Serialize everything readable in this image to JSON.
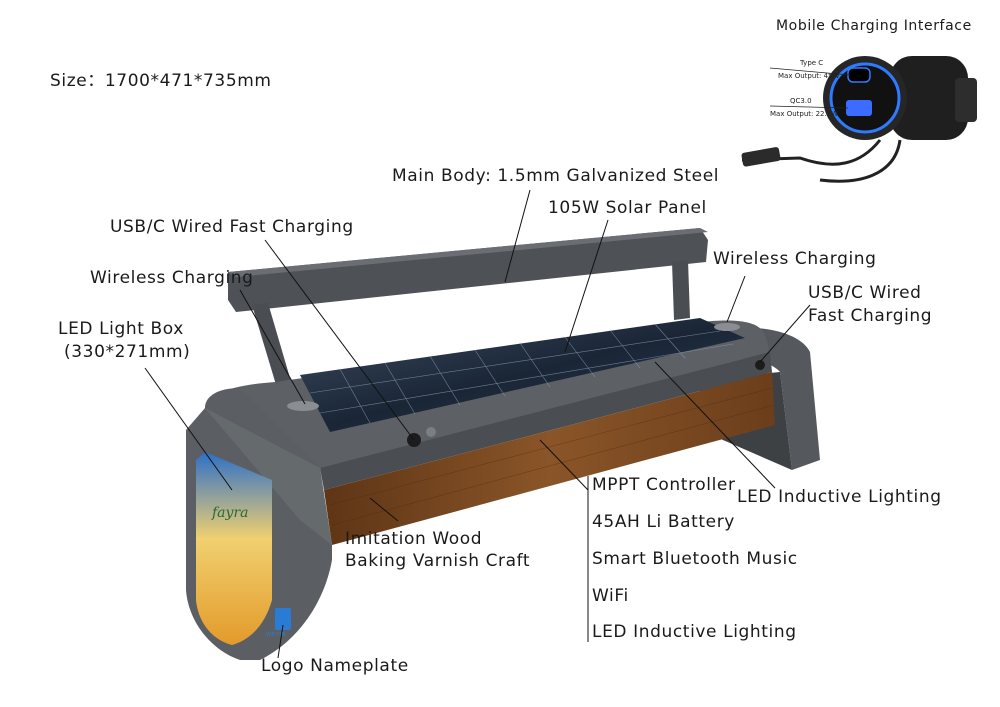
{
  "size_label": "Size：1700*471*735mm",
  "labels": {
    "main_body": "Main Body: 1.5mm Galvanized Steel",
    "solar_panel": "105W Solar Panel",
    "usb_left": "USB/C Wired Fast Charging",
    "wireless_left": "Wireless Charging",
    "led_box_line1": "LED Light Box",
    "led_box_line2": "(330*271mm)",
    "wireless_right": "Wireless Charging",
    "usb_right_line1": "USB/C Wired",
    "usb_right_line2": "Fast Charging",
    "led_inductive_right": "LED Inductive Lighting",
    "wood_line1": "Imitation Wood",
    "wood_line2": "Baking Varnish Craft",
    "logo_nameplate": "Logo Nameplate"
  },
  "feature_list": [
    "MPPT Controller",
    "45AH Li Battery",
    "Smart Bluetooth Music",
    "WiFi",
    "LED Inductive Lighting"
  ],
  "inset": {
    "title": "Mobile Charging Interface",
    "type_c_label": "Type C",
    "type_c_output": "Max Output: 45W",
    "qc_label": "QC3.0",
    "qc_output": "Max Output: 22.5W"
  },
  "light_box_logo": "fayra",
  "nameplate_text": "WEIYIN",
  "colors": {
    "steel": "#5b5f63",
    "steel_dark": "#3f4245",
    "steel_light": "#7a7e82",
    "wood": "#7a4a22",
    "solar": "#1e2c3c",
    "port_ring": "#2f7bff"
  }
}
